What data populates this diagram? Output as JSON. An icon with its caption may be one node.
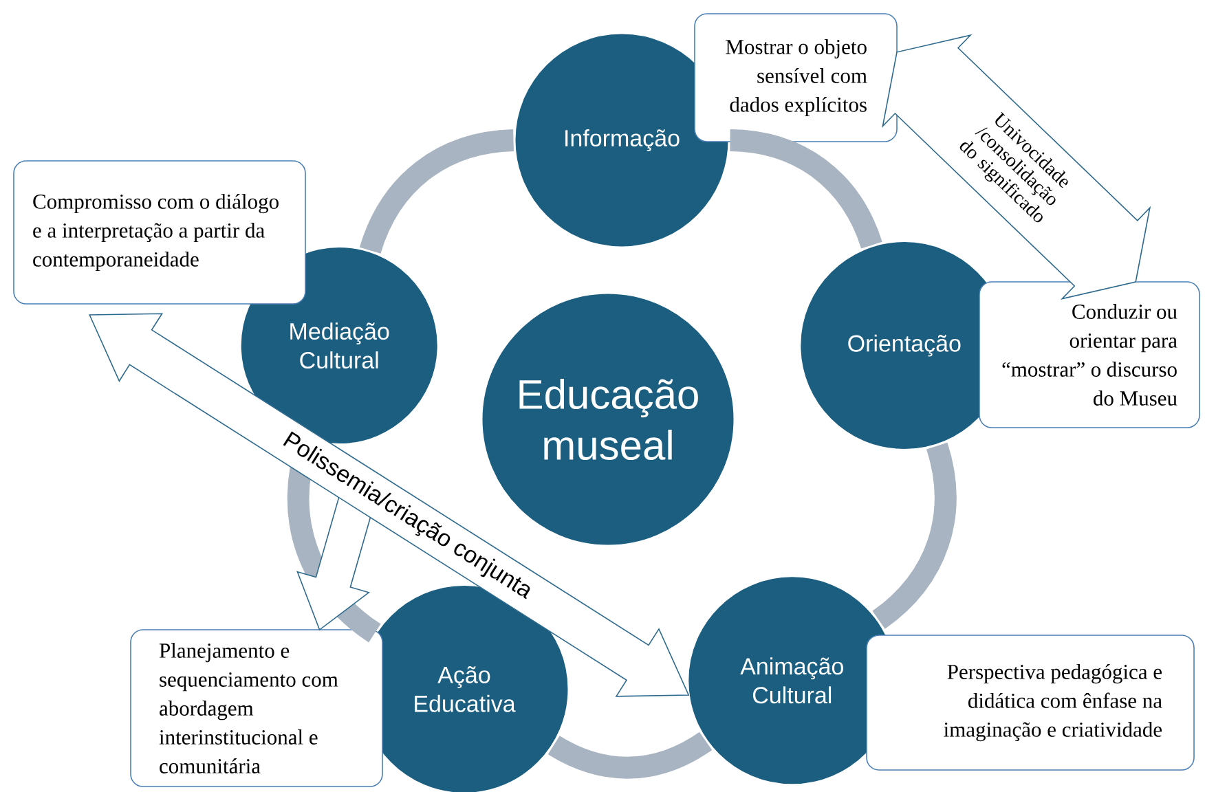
{
  "diagram": {
    "nodes": [
      {
        "text": [
          "Educação museal"
        ]
      },
      {
        "text": [
          "Informação"
        ]
      },
      {
        "text": [
          "Mostrar o objeto sensível com dados explícitos"
        ]
      },
      {
        "text": [
          "Mediação Cultural"
        ]
      },
      {
        "text": [
          "Compromisso com o diálogo e a interpretação a partir da contemporaneidade"
        ]
      },
      {
        "text": [
          "Orientação"
        ]
      },
      {
        "text": [
          "Conduzir ou orientar para “mostrar” o discurso do Museu"
        ]
      },
      {
        "text": [
          "Ação Educativa"
        ]
      },
      {
        "text": [
          "Planejamento e sequenciamento com abordagem interinstitucional e comunitária"
        ]
      },
      {
        "text": [
          "Animação Cultural"
        ]
      },
      {
        "text": [
          "Perspectiva pedagógica e didática com ênfase na imaginação e criatividade"
        ]
      }
    ],
    "edges": [
      {
        "from": 2,
        "to": 6,
        "arrow": "both",
        "label": "Univocidade /consolidação do significado",
        "color": "#2e6a8e"
      },
      {
        "from": 4,
        "to": 9,
        "arrow": "both",
        "label": "Polissemia/criação conjunta",
        "color": "#2e6a8e"
      },
      {
        "from": 4,
        "to": 8,
        "arrow": "to",
        "color": "#2e6a8e"
      },
      {
        "from": 1,
        "to": 5,
        "arrow": "none"
      },
      {
        "from": 5,
        "to": 9,
        "arrow": "none"
      },
      {
        "from": 9,
        "to": 7,
        "arrow": "none"
      },
      {
        "from": 7,
        "to": 3,
        "arrow": "none"
      },
      {
        "from": 3,
        "to": 1,
        "arrow": "none"
      }
    ]
  }
}
